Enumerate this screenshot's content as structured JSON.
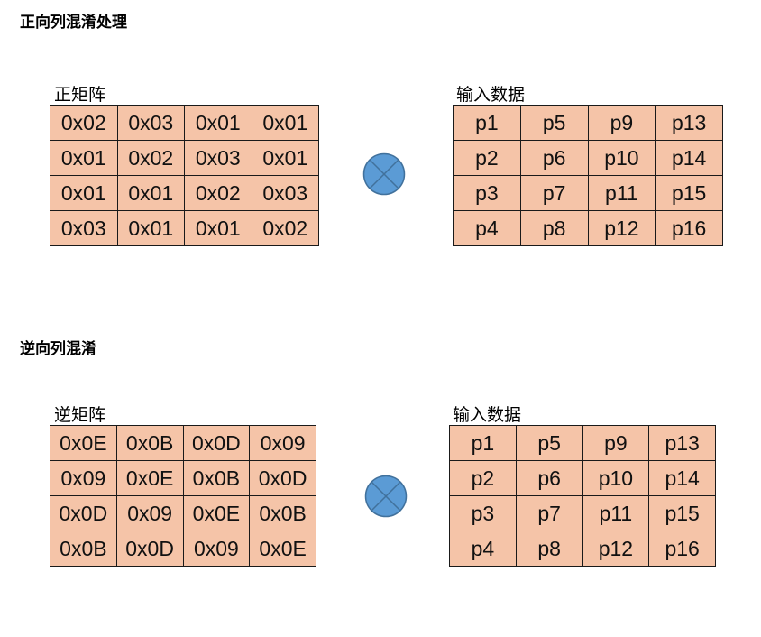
{
  "sections": [
    {
      "title": "正向列混淆处理",
      "matrix_label": "正矩阵",
      "matrix": [
        [
          "0x02",
          "0x03",
          "0x01",
          "0x01"
        ],
        [
          "0x01",
          "0x02",
          "0x03",
          "0x01"
        ],
        [
          "0x01",
          "0x01",
          "0x02",
          "0x03"
        ],
        [
          "0x03",
          "0x01",
          "0x01",
          "0x02"
        ]
      ],
      "operator_icon": "circled-times-icon",
      "input_label": "输入数据",
      "input": [
        [
          "p1",
          "p5",
          "p9",
          "p13"
        ],
        [
          "p2",
          "p6",
          "p10",
          "p14"
        ],
        [
          "p3",
          "p7",
          "p11",
          "p15"
        ],
        [
          "p4",
          "p8",
          "p12",
          "p16"
        ]
      ]
    },
    {
      "title": "逆向列混淆",
      "matrix_label": "逆矩阵",
      "matrix": [
        [
          "0x0E",
          "0x0B",
          "0x0D",
          "0x09"
        ],
        [
          "0x09",
          "0x0E",
          "0x0B",
          "0x0D"
        ],
        [
          "0x0D",
          "0x09",
          "0x0E",
          "0x0B"
        ],
        [
          "0x0B",
          "0x0D",
          "0x09",
          "0x0E"
        ]
      ],
      "operator_icon": "circled-times-icon",
      "input_label": "输入数据",
      "input": [
        [
          "p1",
          "p5",
          "p9",
          "p13"
        ],
        [
          "p2",
          "p6",
          "p10",
          "p14"
        ],
        [
          "p3",
          "p7",
          "p11",
          "p15"
        ],
        [
          "p4",
          "p8",
          "p12",
          "p16"
        ]
      ]
    }
  ],
  "colors": {
    "cell_fill": "#f5c4a8",
    "cell_border": "#1a1a1a",
    "operator_fill": "#5b9bd5",
    "operator_stroke": "#41719c"
  }
}
